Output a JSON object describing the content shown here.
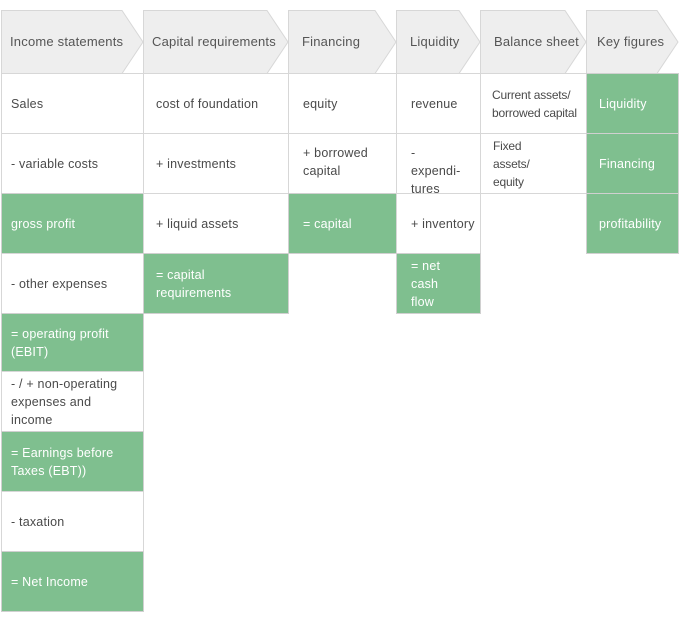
{
  "colors": {
    "header_fill": "#eeeeee",
    "header_stroke": "#d7d7d7",
    "highlight": "#7fbf8f"
  },
  "columns": [
    {
      "title": "Income statements",
      "cells": [
        "Sales",
        "- variable costs",
        "gross profit",
        "- other expenses",
        "= operating profit (EBIT)",
        "- / + non-operating expenses and income",
        "= Earnings before Taxes (EBT))",
        "- taxation",
        "= Net Income"
      ]
    },
    {
      "title": "Capital requirements",
      "cells": [
        "cost of foundation",
        "+ investments",
        "+ liquid assets",
        "= capital requirements"
      ]
    },
    {
      "title": "Financing",
      "cells": [
        "equity",
        "+ borrowed capital",
        "= capital"
      ]
    },
    {
      "title": "Liquidity",
      "cells": [
        "revenue",
        "- expendi-tures",
        "+ inventory",
        "= net cash flow"
      ]
    },
    {
      "title": "Balance sheet",
      "cells": [
        "Current assets/ borrowed capital",
        "Fixed assets/ equity"
      ]
    },
    {
      "title": "Key figures",
      "cells": [
        "Liquidity",
        "Financing",
        "profitability"
      ]
    }
  ]
}
